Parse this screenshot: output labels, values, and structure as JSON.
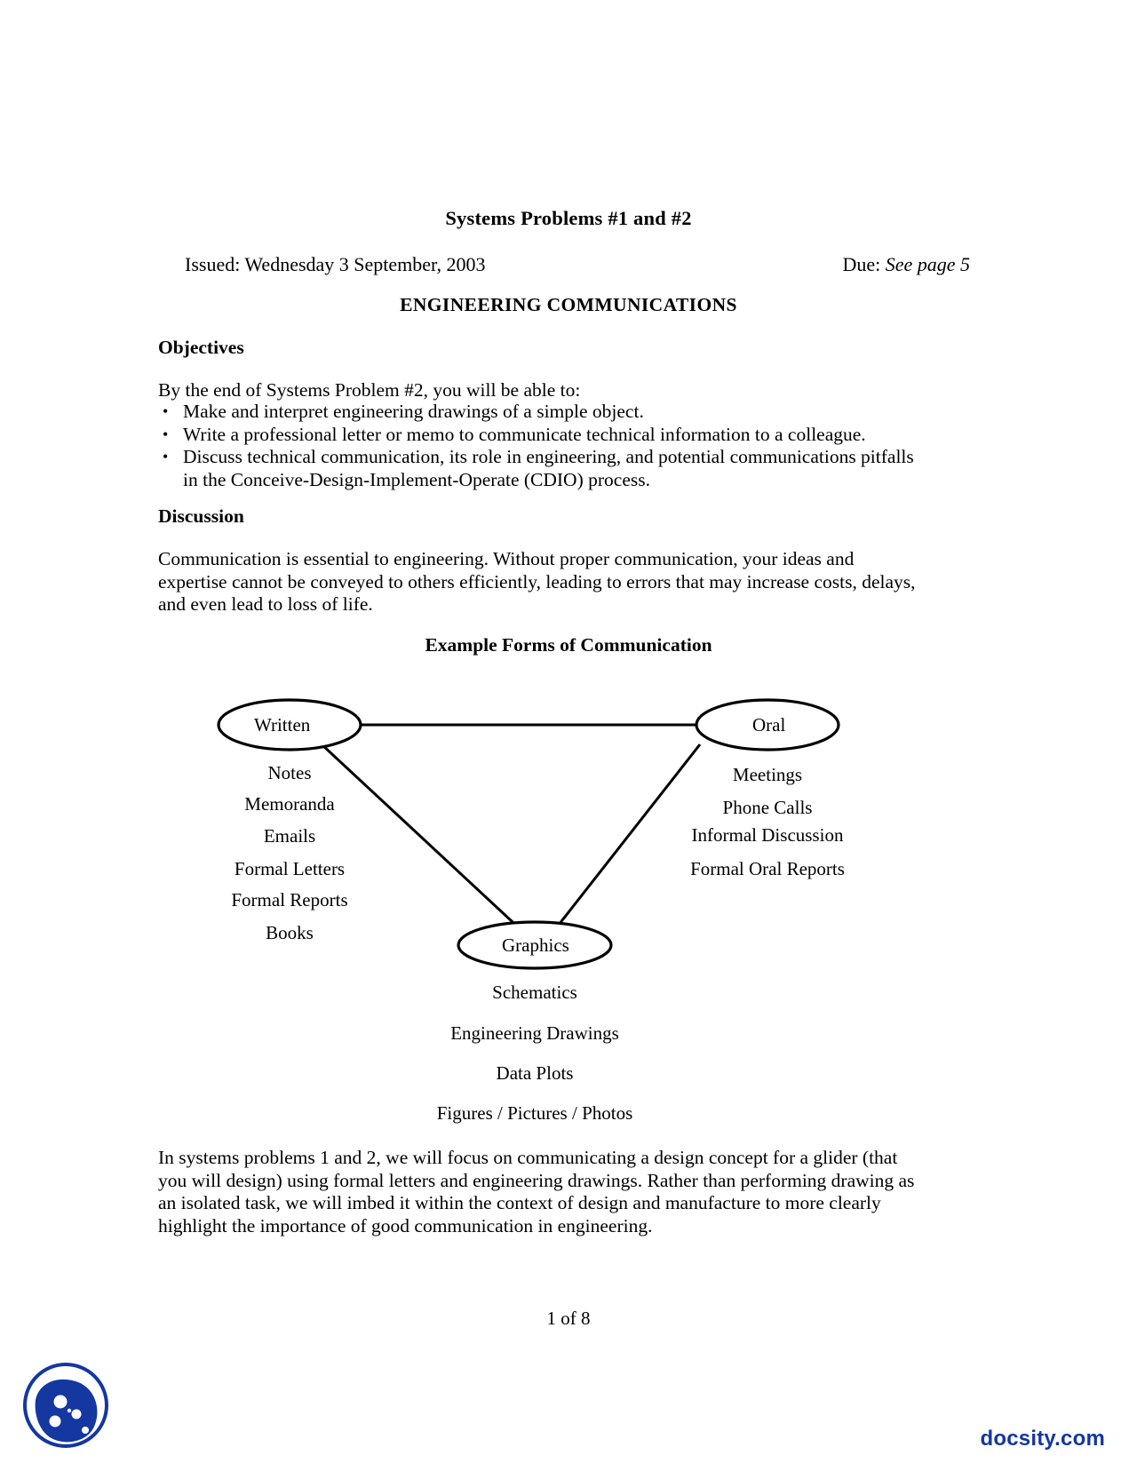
{
  "document": {
    "title": "Systems Problems #1 and #2",
    "issued_label": "Issued: Wednesday  3 September, 2003",
    "due_label": "Due:",
    "due_value": "See page 5",
    "subject_title": "ENGINEERING COMMUNICATIONS",
    "page_number": "1 of 8",
    "watermark": "docsity.com",
    "watermark_color": "#1437a0",
    "logo_color": "#1437a0"
  },
  "objectives": {
    "heading": "Objectives",
    "intro": "By the end of Systems Problem #2, you will be able to:",
    "bullet_glyph": "•",
    "items": [
      "Make and interpret engineering drawings of a simple object.",
      "Write a professional letter or memo to communicate technical information to a colleague.",
      "Discuss technical communication, its role in engineering, and potential communications pitfalls in the Conceive-Design-Implement-Operate (CDIO) process."
    ]
  },
  "discussion": {
    "heading": "Discussion",
    "paragraph": "Communication is essential to engineering.  Without proper communication, your ideas and expertise cannot be conveyed to others efficiently, leading to errors that may increase costs, delays, and even lead to loss of life."
  },
  "figure": {
    "title": "Example Forms of Communication",
    "nodes": [
      {
        "id": "written",
        "label": "Written"
      },
      {
        "id": "oral",
        "label": "Oral"
      },
      {
        "id": "graphics",
        "label": "Graphics"
      }
    ],
    "written_items": [
      "Notes",
      "Memoranda",
      "Emails",
      "Formal Letters",
      "Formal Reports",
      "Books"
    ],
    "oral_items": [
      "Meetings",
      "Phone Calls",
      "Informal Discussion",
      "Formal Oral Reports"
    ],
    "graphics_items": [
      "Schematics",
      "Engineering Drawings",
      "Data Plots",
      "Figures / Pictures / Photos"
    ]
  },
  "closing": {
    "paragraph": "In systems problems 1 and 2, we will focus on communicating a design concept for a glider (that you will design) using formal letters and engineering drawings.  Rather than performing drawing as an isolated task, we will imbed it within the context of design and manufacture to more clearly highlight the importance of good communication in engineering."
  }
}
